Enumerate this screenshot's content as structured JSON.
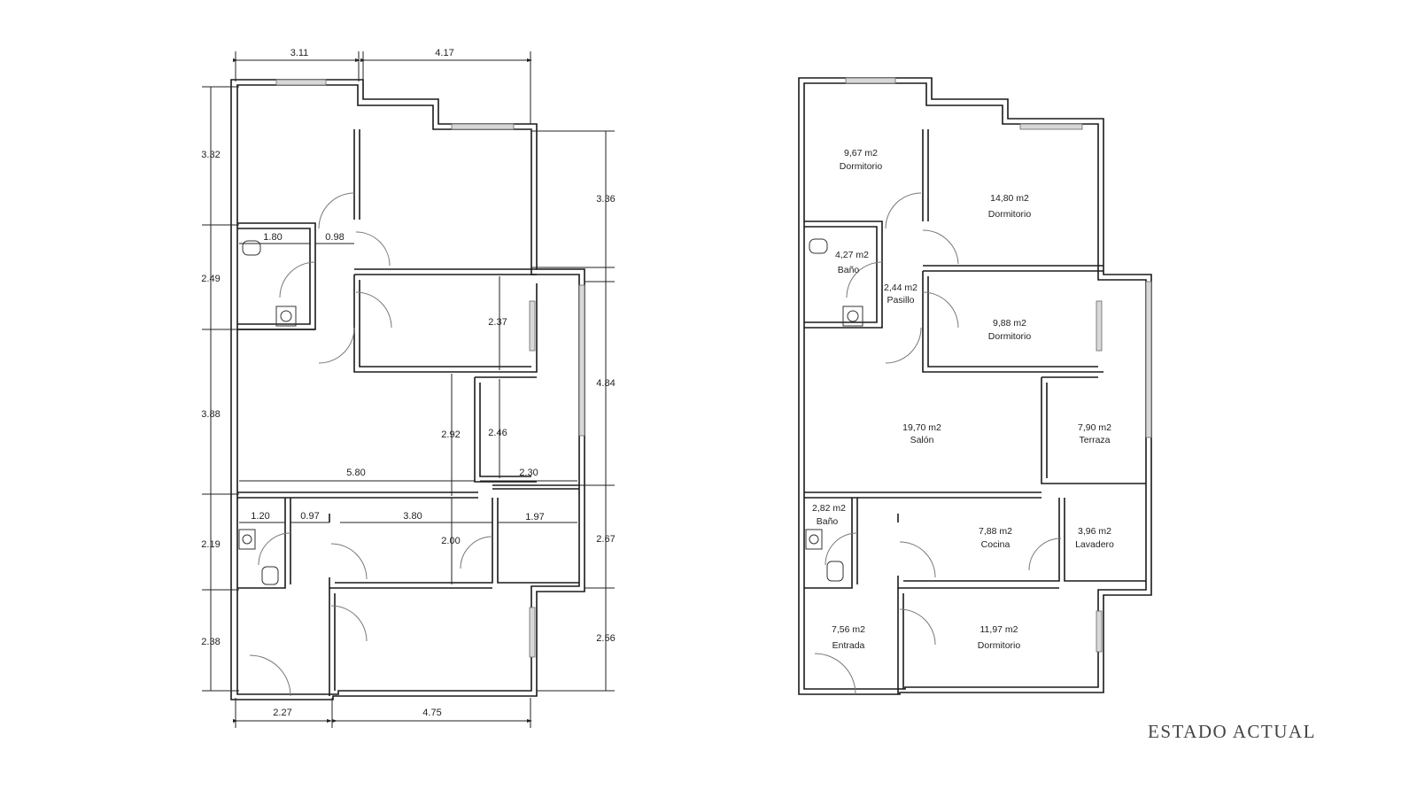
{
  "caption": "ESTADO ACTUAL",
  "dimensioned_plan": {
    "top_dims": [
      "3.11",
      "4.17"
    ],
    "left_dims": [
      "3.32",
      "2.49",
      "3.88",
      "2.19",
      "2.38"
    ],
    "right_dims": [
      "3.36",
      "4.84",
      "2.67",
      "2.56"
    ],
    "bottom_dims": [
      "2.27",
      "4.75"
    ],
    "inner_dims": {
      "bath_width": "1.80",
      "hall_width": "0.98",
      "bedroom_height": "2.37",
      "living_height": "2.92",
      "terrace_height": "2.46",
      "living_width": "5.80",
      "terrace_width": "2.30",
      "bath2_width": "1.20",
      "passage_width": "0.97",
      "kitchen_width": "3.80",
      "kitchen_height": "2.00",
      "laundry_width": "1.97"
    }
  },
  "area_plan": {
    "rooms": [
      {
        "area": "9,67 m2",
        "name": "Dormitorio"
      },
      {
        "area": "14,80 m2",
        "name": "Dormitorio"
      },
      {
        "area": "4,27 m2",
        "name": "Baño"
      },
      {
        "area": "2,44 m2",
        "name": "Pasillo"
      },
      {
        "area": "9,88 m2",
        "name": "Dormitorio"
      },
      {
        "area": "19,70 m2",
        "name": "Salón"
      },
      {
        "area": "7,90 m2",
        "name": "Terraza"
      },
      {
        "area": "2,82 m2",
        "name": "Baño"
      },
      {
        "area": "7,88 m2",
        "name": "Cocina"
      },
      {
        "area": "3,96 m2",
        "name": "Lavadero"
      },
      {
        "area": "7,56 m2",
        "name": "Entrada"
      },
      {
        "area": "11,97 m2",
        "name": "Dormitorio"
      }
    ]
  }
}
